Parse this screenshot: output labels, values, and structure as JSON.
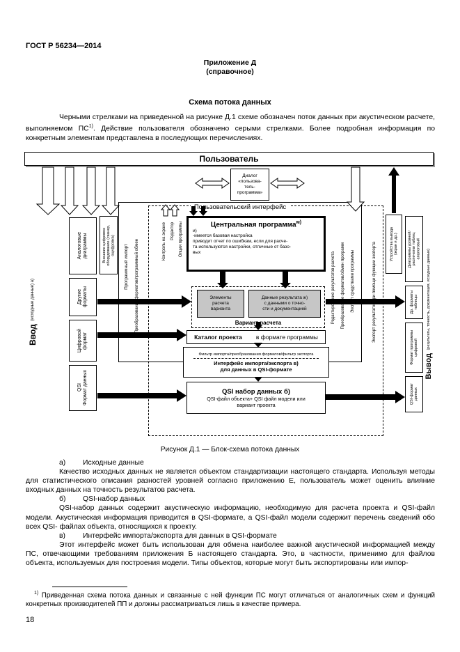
{
  "page": {
    "header": "ГОСТ Р 56234—2014",
    "appendix": "Приложение Д\n(справочное)",
    "section_title": "Схема потока данных",
    "intro_pre": "Черными стрелками на приведенной на рисунке Д.1 схеме обозначен поток данных при акустическом расчете, выполняемом ПС",
    "intro_sup": "1)",
    "intro_post": ". Действие пользователя обозначено серыми стрелками. Более подробная информация по конкретным элементам представлена в последующих перечислениях.",
    "page_number": "18"
  },
  "diagram": {
    "user": "Пользователь",
    "dialog": "Диалог\n«пользова-\nтель-\nпрограмма»",
    "ui_title": "Пользовательский интерфейс",
    "input_label_title": "Ввод",
    "input_label_sub": "(исходные данные) а)",
    "input_analog": "Аналоговые\nдиаграммы",
    "input_other": "Другие\nформаты",
    "input_digital": "Цифровой\nформат",
    "input_qsi": "QSI\nФормат данных",
    "external_device": "Внешние цифровое\nоборудование (сканер,\nоцифровка)",
    "program_import": "Программный импорт",
    "format_conversion_left": "Преобразование форматов/программный обмен",
    "screen_control": "Контроль на экране",
    "editor": "Редактор",
    "program_options": "Опции программы",
    "central_title": "Центральная программа",
    "central_sup": "м)",
    "central_marker": "и)",
    "central_note": "-имеется базовая настройка\nприводит отчет по ошибкам, если для расче-\nта используются настройки, отличные от базо-\nвых",
    "variant_elements": "Элементы\nрасчета\nварианта",
    "variant_results": "Данные результата ж)\nс данными о точно-\nсти и документацией",
    "variant_label": "Вариант расчета",
    "catalog_title": "Каталог проекта",
    "catalog_sub": "в формате программы",
    "filter_line": "Фильтр импорта/преобразования форматов/фильтр экспорта",
    "interface_title": "Интерфейс импорта/экспорта в)\nдля данных в QSI-формате",
    "qsi_title": "QSI набор данных б)",
    "qsi_body": "QSI-файл объекта+ QSI файл модели или\nвариант проекта",
    "edit_results": "Редактирование результатов расчета",
    "format_conversion_right": "Преобразование форматов/обмен программ",
    "export_program": "Экспорт средствами программы",
    "export_function": "Экспорт результатов при помощи функции экспорта",
    "output_devices": "Устройства вывода\n(экран и др.)",
    "output_analog": "Диаграммы уровней/\nраспечатки таблиц\nаналоговый",
    "output_tables": "Др. форматы\nтаблицы",
    "output_program": "Формат программы\nцифровой",
    "output_qsi": "QSI-формат\nданных",
    "output_label_title": "Вывод",
    "output_label_sub": "(результаты, точность, документация, исходные данные)",
    "caption": "Рисунок Д.1 — Блок-схема потока данных"
  },
  "list": [
    {
      "letter": "а)",
      "title": "Исходные данные",
      "body": "Качество исходных данных не является объектом стандартизации настоящего стандарта. Используя методы для статистического описания разностей уровней согласно приложению Е, пользователь может оценить влияние входных данных на точность результатов расчета."
    },
    {
      "letter": "б)",
      "title": "QSI-набор данных",
      "body": "QSI-набор данных содержит акустическую информацию, необходимую для расчета проекта и QSI-файл модели. Акустическая информация приводится в QSI-формате, а QSI-файл модели содержит перечень сведений обо всех QSI- файлах объекта, относящихся к проекту."
    },
    {
      "letter": "в)",
      "title": "Интерфейс импорта/экспорта для данных в QSI-формате",
      "body": "Этот интерфейс может быть использован для обмена наиболее важной акустической информацией между ПС, отвечающими требованиям приложения Б настоящего стандарта. Это, в частности, применимо для файлов объекта, используемых для построения модели. Типы объектов, которые могут быть экспортированы или импор-"
    }
  ],
  "footnote": {
    "sup": "1)",
    "text": " Приведенная схема потока данных и связанные с ней функции ПС могут отличаться от аналогичных схем и функций конкретных производителей ПП и должны рассматриваться лишь в качестве примера."
  }
}
